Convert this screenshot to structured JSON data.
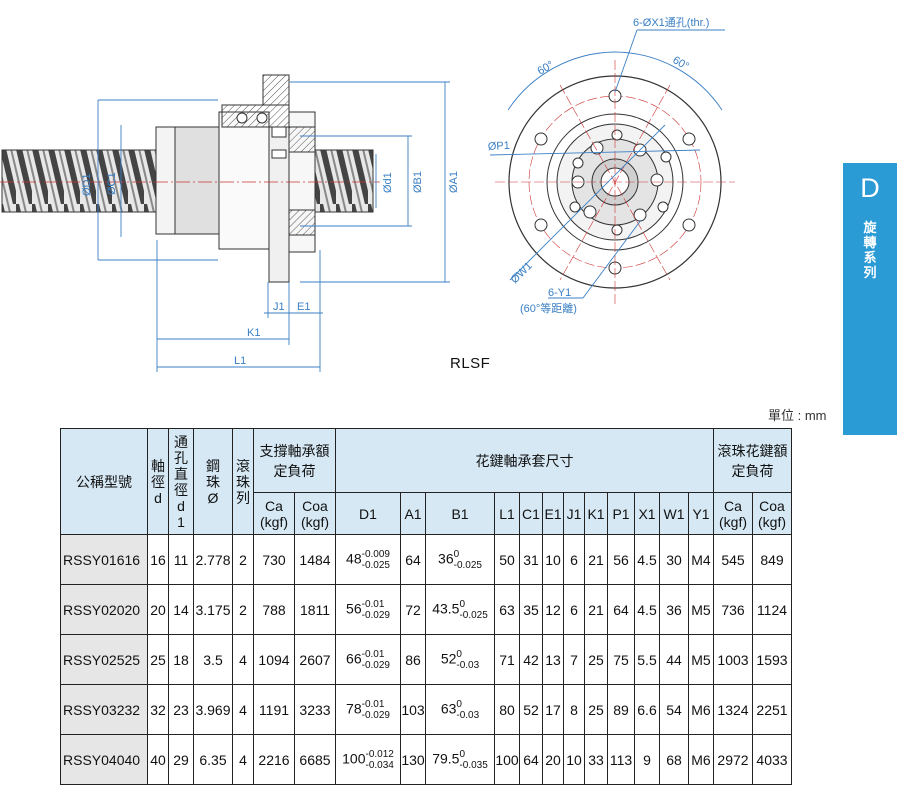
{
  "drawing": {
    "model_label": "RLSF",
    "callouts": {
      "holes": "6-ØX1通孔(thr.)",
      "angle_a": "60°",
      "angle_b": "60°",
      "p1": "ØP1",
      "w1": "ØW1",
      "y1": "6-Y1",
      "y1_note": "(60°等距離)"
    },
    "dims": {
      "d1_outer": "ØD1",
      "c1": "ØC1",
      "d1": "Ød1",
      "b1": "ØB1",
      "a1": "ØA1",
      "j1": "J1",
      "e1": "E1",
      "k1": "K1",
      "l1": "L1"
    }
  },
  "side_tab": {
    "letter": "D",
    "label": "旋轉系列",
    "color": "#2b9bd6"
  },
  "unit": "單位 : mm",
  "table": {
    "header": {
      "model": "公稱型號",
      "shaft": "軸徑d",
      "hole": "通孔直徑d1",
      "ball": "鋼珠Ø",
      "rows": "滾珠列",
      "support_group": "支撐軸承額定負荷",
      "spline_group": "花鍵軸承套尺寸",
      "ball_group": "滾珠花鍵額定負荷",
      "ca": "Ca",
      "coa": "Coa",
      "kgf": "(kgf)",
      "cols": [
        "D1",
        "A1",
        "B1",
        "L1",
        "C1",
        "E1",
        "J1",
        "K1",
        "P1",
        "X1",
        "W1",
        "Y1"
      ]
    },
    "rows": [
      {
        "model": "RSSY01616",
        "d": "16",
        "d1": "11",
        "ball": "2.778",
        "rows": "2",
        "ca": "730",
        "coa": "1484",
        "D1": "48",
        "D1_up": "-0.009",
        "D1_lo": "-0.025",
        "A1": "64",
        "B1": "36",
        "B1_up": "0",
        "B1_lo": "-0.025",
        "L1": "50",
        "C1": "31",
        "E1": "10",
        "J1": "6",
        "K1": "21",
        "P1": "56",
        "X1": "4.5",
        "W1": "30",
        "Y1": "M4",
        "bca": "545",
        "bcoa": "849"
      },
      {
        "model": "RSSY02020",
        "d": "20",
        "d1": "14",
        "ball": "3.175",
        "rows": "2",
        "ca": "788",
        "coa": "1811",
        "D1": "56",
        "D1_up": "-0.01",
        "D1_lo": "-0.029",
        "A1": "72",
        "B1": "43.5",
        "B1_up": "0",
        "B1_lo": "-0.025",
        "L1": "63",
        "C1": "35",
        "E1": "12",
        "J1": "6",
        "K1": "21",
        "P1": "64",
        "X1": "4.5",
        "W1": "36",
        "Y1": "M5",
        "bca": "736",
        "bcoa": "1124"
      },
      {
        "model": "RSSY02525",
        "d": "25",
        "d1": "18",
        "ball": "3.5",
        "rows": "4",
        "ca": "1094",
        "coa": "2607",
        "D1": "66",
        "D1_up": "-0.01",
        "D1_lo": "-0.029",
        "A1": "86",
        "B1": "52",
        "B1_up": "0",
        "B1_lo": "-0.03",
        "L1": "71",
        "C1": "42",
        "E1": "13",
        "J1": "7",
        "K1": "25",
        "P1": "75",
        "X1": "5.5",
        "W1": "44",
        "Y1": "M5",
        "bca": "1003",
        "bcoa": "1593"
      },
      {
        "model": "RSSY03232",
        "d": "32",
        "d1": "23",
        "ball": "3.969",
        "rows": "4",
        "ca": "1191",
        "coa": "3233",
        "D1": "78",
        "D1_up": "-0.01",
        "D1_lo": "-0.029",
        "A1": "103",
        "B1": "63",
        "B1_up": "0",
        "B1_lo": "-0.03",
        "L1": "80",
        "C1": "52",
        "E1": "17",
        "J1": "8",
        "K1": "25",
        "P1": "89",
        "X1": "6.6",
        "W1": "54",
        "Y1": "M6",
        "bca": "1324",
        "bcoa": "2251"
      },
      {
        "model": "RSSY04040",
        "d": "40",
        "d1": "29",
        "ball": "6.35",
        "rows": "4",
        "ca": "2216",
        "coa": "6685",
        "D1": "100",
        "D1_up": "-0.012",
        "D1_lo": "-0.034",
        "A1": "130",
        "B1": "79.5",
        "B1_up": "0",
        "B1_lo": "-0.035",
        "L1": "100",
        "C1": "64",
        "E1": "20",
        "J1": "10",
        "K1": "33",
        "P1": "113",
        "X1": "9",
        "W1": "68",
        "Y1": "M6",
        "bca": "2972",
        "bcoa": "4033"
      }
    ]
  }
}
